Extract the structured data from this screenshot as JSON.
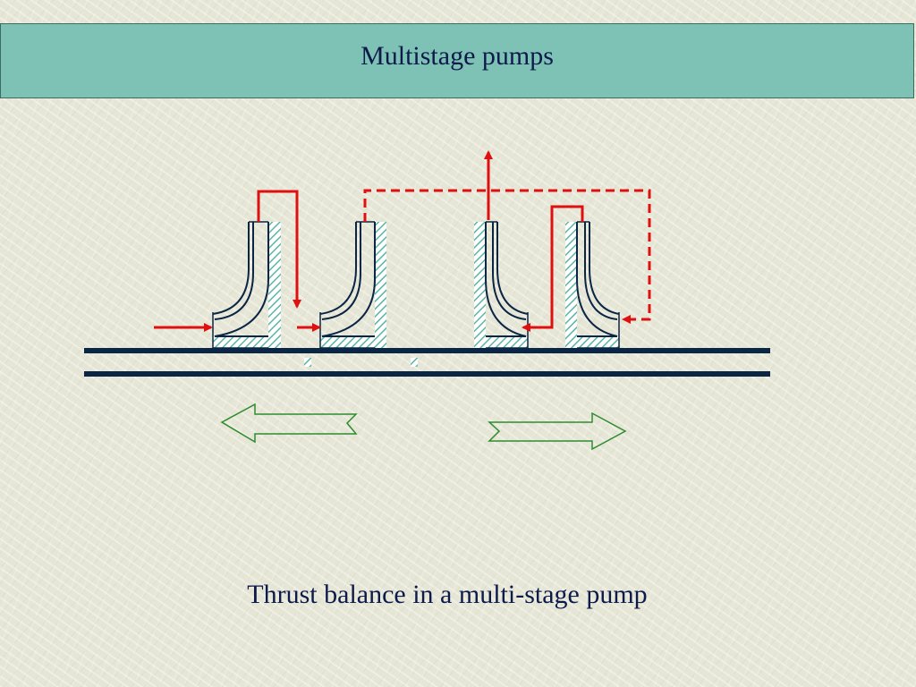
{
  "slide": {
    "title": "Multistage  pumps",
    "caption": "Thrust balance in a multi-stage pump"
  },
  "colors": {
    "title_bar": "#7dc2b4",
    "title_text": "#0d1a4a",
    "flow_arrow": "#e01010",
    "shaft": "#0b2545",
    "hatch": "#5bb5a5",
    "thrust_arrow": "#2e8b2e"
  },
  "diagram": {
    "impellers": [
      "stage-1",
      "stage-2",
      "stage-3",
      "stage-4"
    ],
    "thrust_arrows": [
      "left",
      "right"
    ]
  }
}
